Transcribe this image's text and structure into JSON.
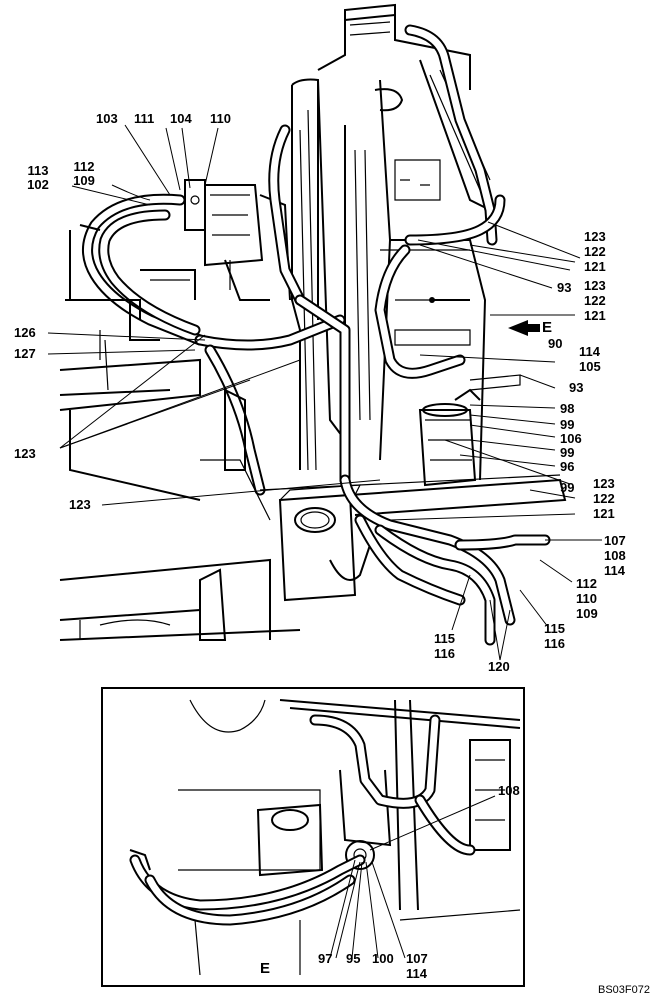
{
  "callouts": {
    "l113": "113",
    "l102": "102",
    "l112": "112",
    "l109": "109",
    "l103": "103",
    "l111": "111",
    "l104": "104",
    "l110_top": "110",
    "l123_r1": "123",
    "l122_r1": "122",
    "l121_r1": "121",
    "l93_a": "93",
    "l123_r2": "123",
    "l122_r2": "122",
    "l121_r2": "121",
    "lE": "E",
    "l90": "90",
    "l114_a": "114",
    "l105": "105",
    "l93_b": "93",
    "l98": "98",
    "l99_a": "99",
    "l106": "106",
    "l99_b": "99",
    "l96": "96",
    "l99_c": "99",
    "l123_r3": "123",
    "l122_r3": "122",
    "l121_r3": "121",
    "l126": "126",
    "l127": "127",
    "l123_left": "123",
    "l123_mid": "123",
    "l107": "107",
    "l108": "108",
    "l114_b": "114",
    "l112_b": "112",
    "l110_b": "110",
    "l109_b": "109",
    "l115_a": "115",
    "l116_a": "116",
    "l120": "120",
    "l115_b": "115",
    "l116_b": "116"
  },
  "detail": {
    "title": "E",
    "l108": "108",
    "l97": "97",
    "l95": "95",
    "l100": "100",
    "l107": "107",
    "l114": "114"
  },
  "code": "BS03F072"
}
